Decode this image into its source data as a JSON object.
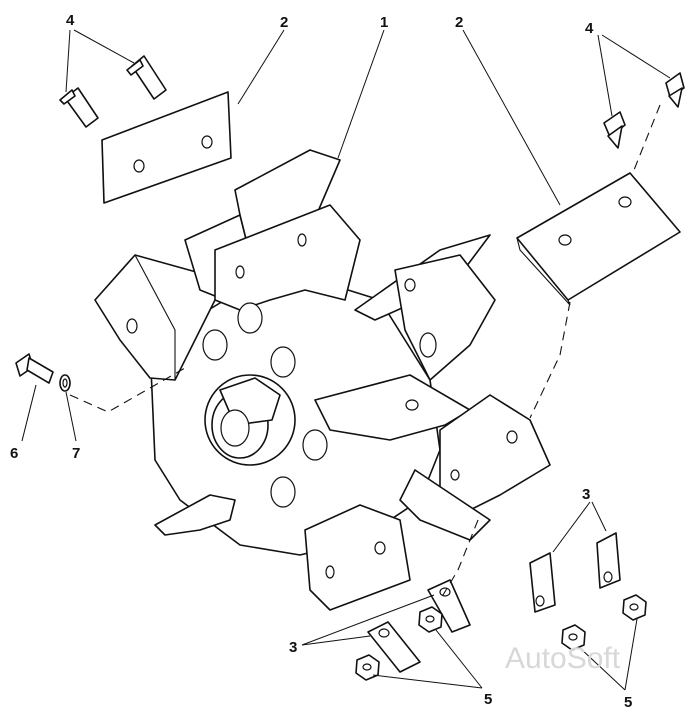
{
  "callouts": {
    "c1": "1",
    "c2a": "2",
    "c2b": "2",
    "c3a": "3",
    "c3b": "3",
    "c4a": "4",
    "c4b": "4",
    "c5a": "5",
    "c5b": "5",
    "c6": "6",
    "c7": "7"
  },
  "watermark": "AutoSoft"
}
